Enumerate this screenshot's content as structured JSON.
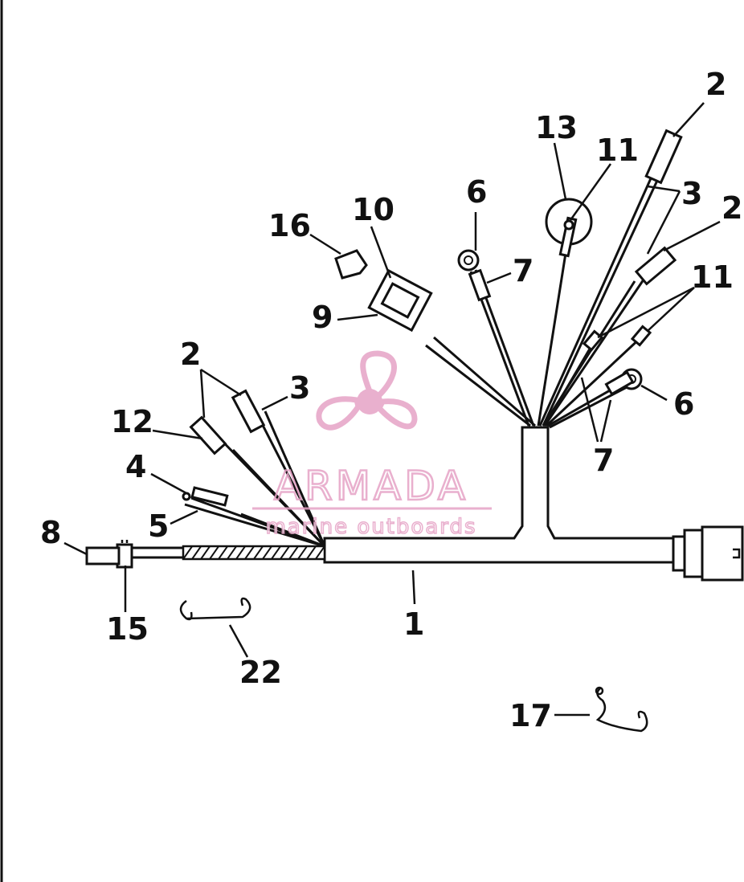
{
  "watermark": {
    "brand": "ARMADA",
    "tagline": "marine outboards",
    "color": "#e6a3c6"
  },
  "callouts": {
    "c1": "1",
    "c2_top": "2",
    "c2_right": "2",
    "c2_left": "2",
    "c3_top": "3",
    "c3_left": "3",
    "c4": "4",
    "c5": "5",
    "c6_top": "6",
    "c6_right": "6",
    "c7_top": "7",
    "c7_bottom": "7",
    "c8": "8",
    "c9": "9",
    "c10": "10",
    "c11_top": "11",
    "c11_right": "11",
    "c12": "12",
    "c13": "13",
    "c15": "15",
    "c16": "16",
    "c17": "17",
    "c22": "22"
  },
  "colors": {
    "ink": "#111111",
    "paper": "#ffffff"
  }
}
